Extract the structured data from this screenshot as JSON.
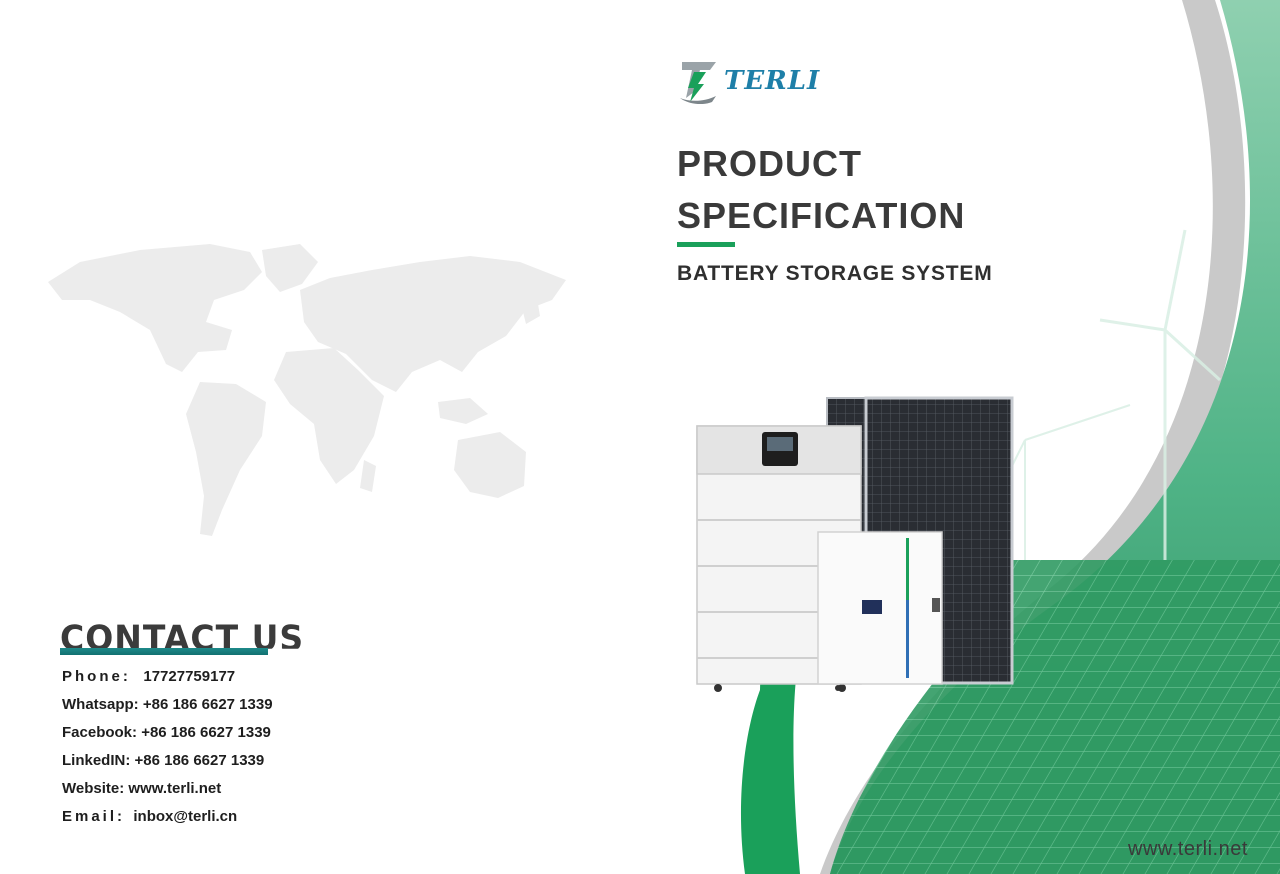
{
  "brand": {
    "name": "TERLI",
    "logo_icon": "terli-logo-icon"
  },
  "title": {
    "line1": "PRODUCT",
    "line2": "SPECIFICATION"
  },
  "subtitle": "BATTERY STORAGE SYSTEM",
  "contact": {
    "heading": "CONTACT US",
    "phone": {
      "label": "Phone:",
      "value": "17727759177"
    },
    "whatsapp": {
      "label": "Whatsapp:",
      "value": "+86 186 6627 1339"
    },
    "facebook": {
      "label": "Facebook:",
      "value": "+86 186 6627 1339"
    },
    "linkedin": {
      "label": "LinkedIN:",
      "value": "+86 186 6627 1339"
    },
    "website": {
      "label": "Website:",
      "value": "www.terli.net"
    },
    "email": {
      "label": "Email:",
      "value": "inbox@terli.cn"
    }
  },
  "footer_website": "www.terli.net",
  "colors": {
    "accent_green": "#1aa05a",
    "brand_blue": "#1e7fa8",
    "contact_bar": "#117070",
    "text_dark": "#3a3a3a"
  }
}
